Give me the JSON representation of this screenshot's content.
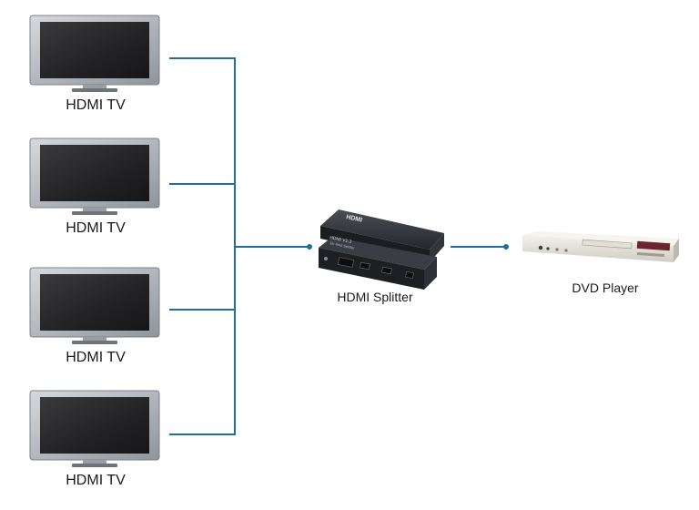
{
  "tvs": [
    {
      "label": "HDMI TV"
    },
    {
      "label": "HDMI TV"
    },
    {
      "label": "HDMI TV"
    },
    {
      "label": "HDMI TV"
    }
  ],
  "splitter": {
    "label": "HDMI Splitter",
    "logo_text": "HDMI",
    "front_text": "HDMI V1.3",
    "front_subtext": "1in 4out Splitter"
  },
  "player": {
    "label": "DVD Player"
  },
  "colors": {
    "connector_line": "#1f6f9a",
    "tv_bezel": "#b8bcc2",
    "tv_screen": "#2a2a2c",
    "splitter_body": "#2b2d33",
    "dvd_body": "#e8e6df"
  }
}
